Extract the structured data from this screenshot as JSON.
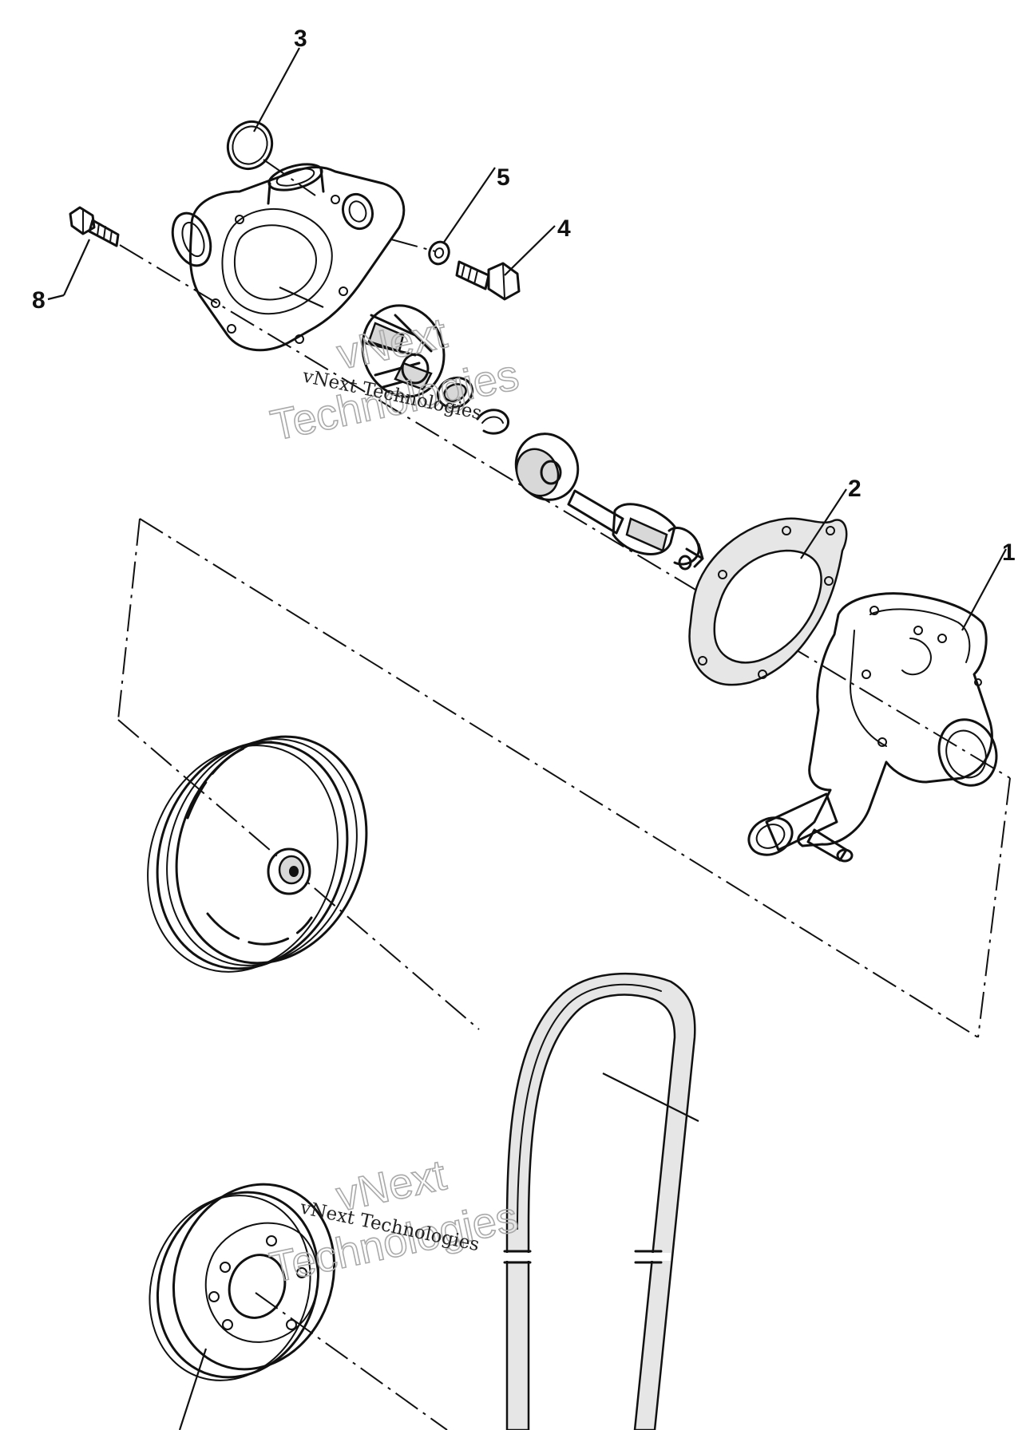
{
  "callouts": {
    "c1": "1",
    "c2": "2",
    "c3": "3",
    "c4": "4",
    "c5": "5",
    "c8": "8"
  },
  "watermarks": {
    "wm1_serif": "vNext Technologies",
    "wm1_big_line1": "vNext",
    "wm1_big_line2": "Technologies",
    "wm2_serif": "vNext Technologies",
    "wm2_big_line1": "vNext",
    "wm2_big_line2": "Technologies"
  }
}
